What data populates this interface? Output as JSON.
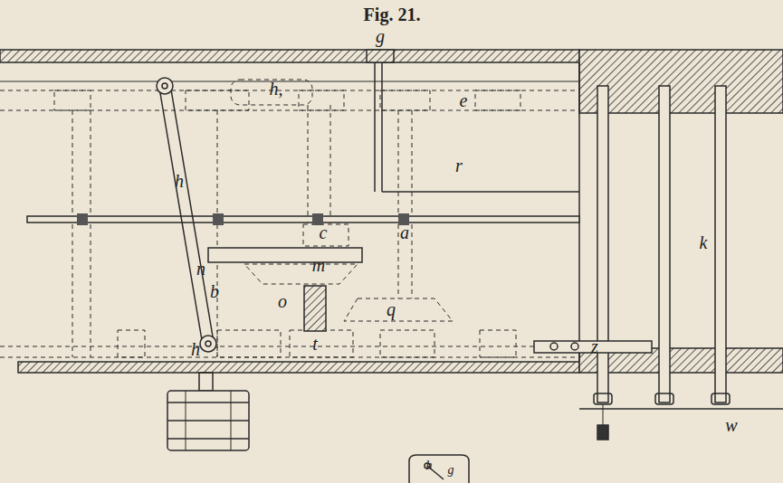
{
  "diagram": {
    "title": "Fig. 21.",
    "labels": [
      "g",
      "e",
      "r",
      "h",
      "h,",
      "c",
      "a",
      "n",
      "m",
      "b",
      "o",
      "q",
      "t",
      "h",
      "k",
      "z",
      "w",
      "h",
      "g"
    ]
  }
}
